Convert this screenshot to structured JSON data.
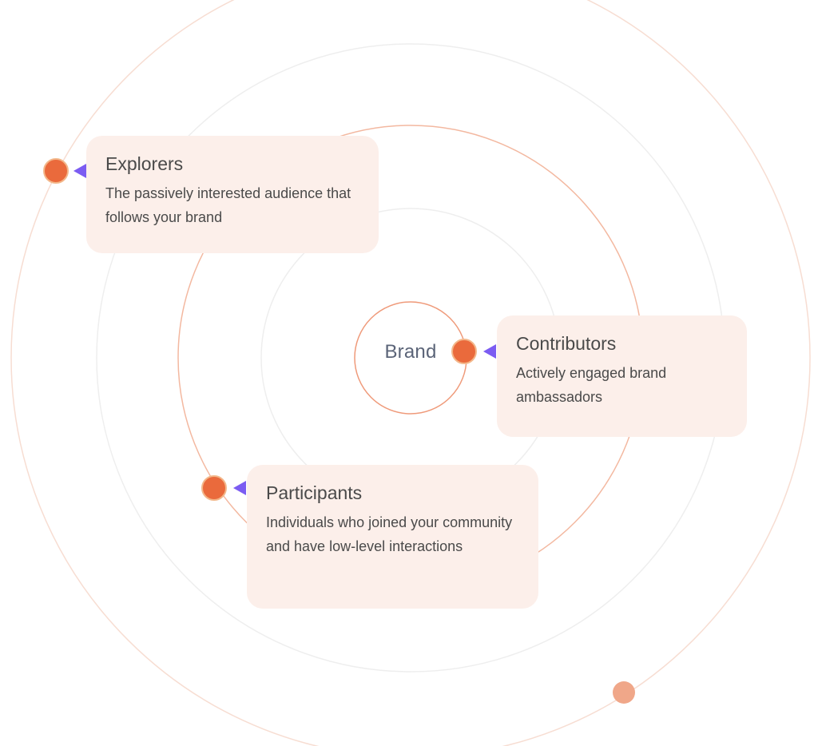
{
  "center": {
    "label": "Brand"
  },
  "segments": [
    {
      "id": "explorers",
      "title": "Explorers",
      "description": "The passively interested audience that follows your brand"
    },
    {
      "id": "contributors",
      "title": "Contributors",
      "description": "Actively engaged brand ambassadors"
    },
    {
      "id": "participants",
      "title": "Participants",
      "description": "Individuals who joined your community and have low-level interactions"
    }
  ],
  "colors": {
    "card_background": "#fcefea",
    "marker_dot": "#ea6a3c",
    "marker_pointer": "#7b5cf2",
    "ring_accent": "#f3b8a0",
    "ring_neutral": "#ececec"
  }
}
